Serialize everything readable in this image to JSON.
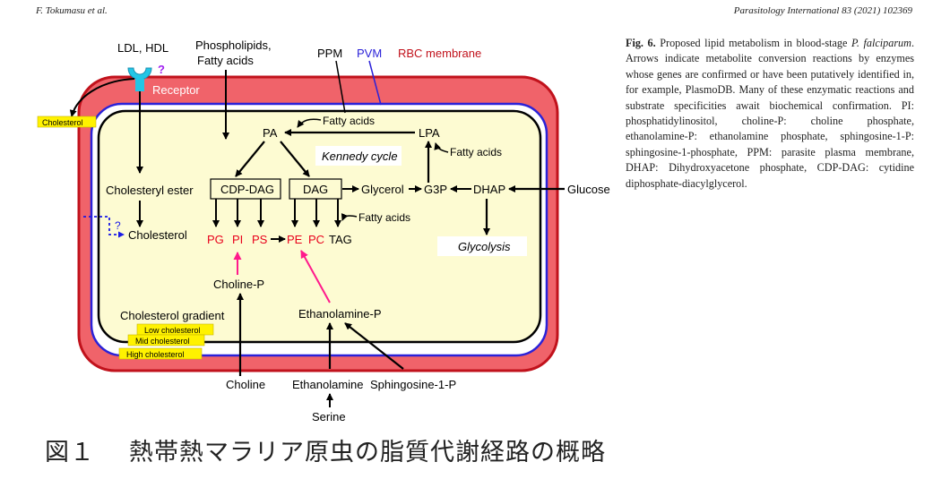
{
  "header": {
    "left": "F. Tokumasu et al.",
    "right": "Parasitology International 83 (2021) 102369"
  },
  "figure": {
    "labels": {
      "ldl_hdl": "LDL, HDL",
      "question1": "?",
      "receptor": "Receptor",
      "cholesterol_tag": "Cholesterol",
      "phospholipids": "Phospholipids,",
      "fatty_acids_top": "Fatty acids",
      "ppm": "PPM",
      "pvm": "PVM",
      "rbc_membrane": "RBC membrane",
      "fatty_acids_pa": "Fatty acids",
      "pa": "PA",
      "lpa": "LPA",
      "fatty_acids_lpa": "Fatty acids",
      "kennedy": "Kennedy cycle",
      "cholesteryl_ester": "Cholesteryl ester",
      "cdp_dag": "CDP-DAG",
      "dag": "DAG",
      "glycerol": "Glycerol",
      "g3p": "G3P",
      "dhap": "DHAP",
      "glucose": "Glucose",
      "fatty_acids_tag": "Fatty acids",
      "question2": "?",
      "cholesterol": "Cholesterol",
      "pg": "PG",
      "pi": "PI",
      "ps": "PS",
      "pe": "PE",
      "pc": "PC",
      "tag": "TAG",
      "glycolysis": "Glycolysis",
      "choline_p": "Choline-P",
      "ethanolamine_p": "Ethanolamine-P",
      "cholesterol_gradient": "Cholesterol gradient",
      "low_cholesterol": "Low cholesterol",
      "mid_cholesterol": "Mid cholesterol",
      "high_cholesterol": "High cholesterol",
      "choline": "Choline",
      "ethanolamine": "Ethanolamine",
      "sphingosine": "Sphingosine-1-P",
      "serine": "Serine"
    },
    "colors": {
      "rbc_fill": "#f0636a",
      "rbc_stroke": "#c1121c",
      "pvm_stroke": "#2b22d8",
      "cytoplasm": "#fdfbd2",
      "tag_yellow": "#fff200",
      "red_text": "#e8001c",
      "magenta_arrow": "#ff1a8c",
      "receptor_cyan": "#22c6e6",
      "question_purple": "#a020f0",
      "dotted_blue": "#1a1ae6"
    }
  },
  "caption": {
    "fig_label": "Fig. 6.",
    "text_before_italic": " Proposed lipid metabolism in blood-stage ",
    "italic": "P. falciparum",
    "text_after_italic": ". Arrows indicate metabolite conversion reactions by enzymes whose genes are confirmed or have been putatively identified in, for example, PlasmoDB. Many of these enzymatic reactions and substrate specificities await biochemical confirmation. PI: phosphatidylinositol, choline-P: choline phosphate, ethanolamine-P: ethanolamine phosphate, sphingosine-1-P: sphingosine-1-phosphate, PPM: parasite plasma membrane, DHAP: Dihydroxyacetone phosphate, CDP-DAG: cytidine diphosphate-diacylglycerol."
  },
  "bottom_title": {
    "number": "図１",
    "text": "熱帯熱マラリア原虫の脂質代謝経路の概略"
  }
}
